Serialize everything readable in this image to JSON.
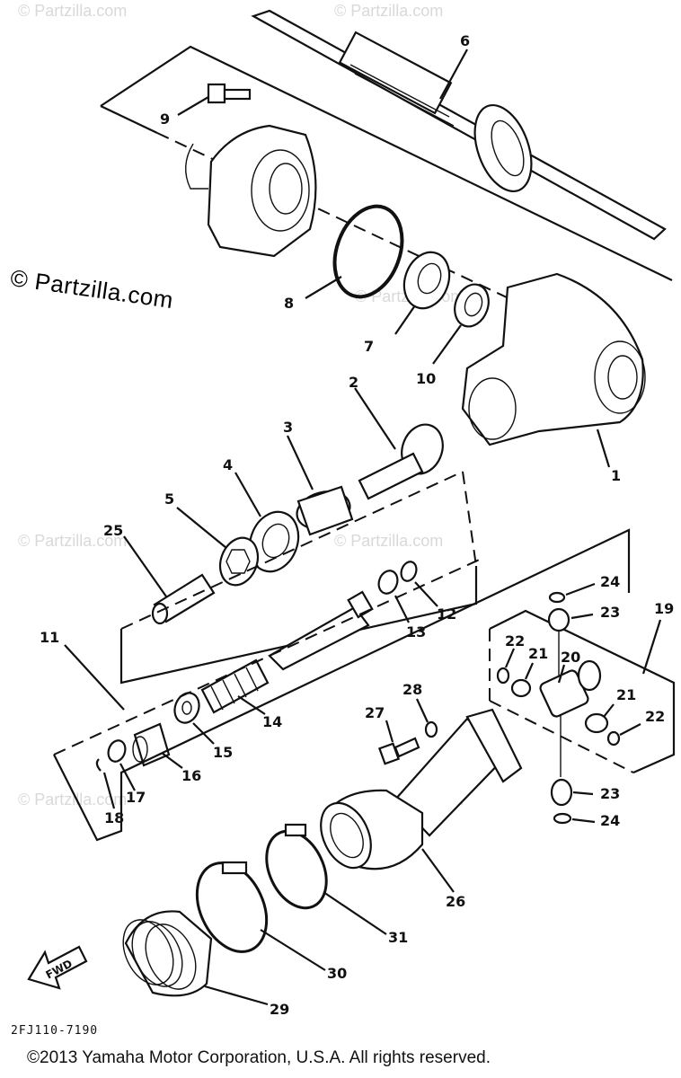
{
  "watermark_main": "© Partzilla.com",
  "watermark_ghost": "© Partzilla.com",
  "diagram_code": "2FJ110-7190",
  "copyright": "©2013  Yamaha Motor Corporation, U.S.A. All rights reserved.",
  "fwd_label": "FWD",
  "labels": {
    "p1": "1",
    "p2": "2",
    "p3": "3",
    "p4": "4",
    "p5": "5",
    "p6": "6",
    "p7": "7",
    "p8": "8",
    "p9": "9",
    "p10": "10",
    "p11": "11",
    "p12": "12",
    "p13": "13",
    "p14": "14",
    "p15": "15",
    "p16": "16",
    "p17": "17",
    "p18": "18",
    "p19": "19",
    "p20": "20",
    "p21a": "21",
    "p21b": "21",
    "p22a": "22",
    "p22b": "22",
    "p23a": "23",
    "p23b": "23",
    "p24a": "24",
    "p24b": "24",
    "p25": "25",
    "p26": "26",
    "p27": "27",
    "p28": "28",
    "p29": "29",
    "p30": "30",
    "p31": "31"
  }
}
